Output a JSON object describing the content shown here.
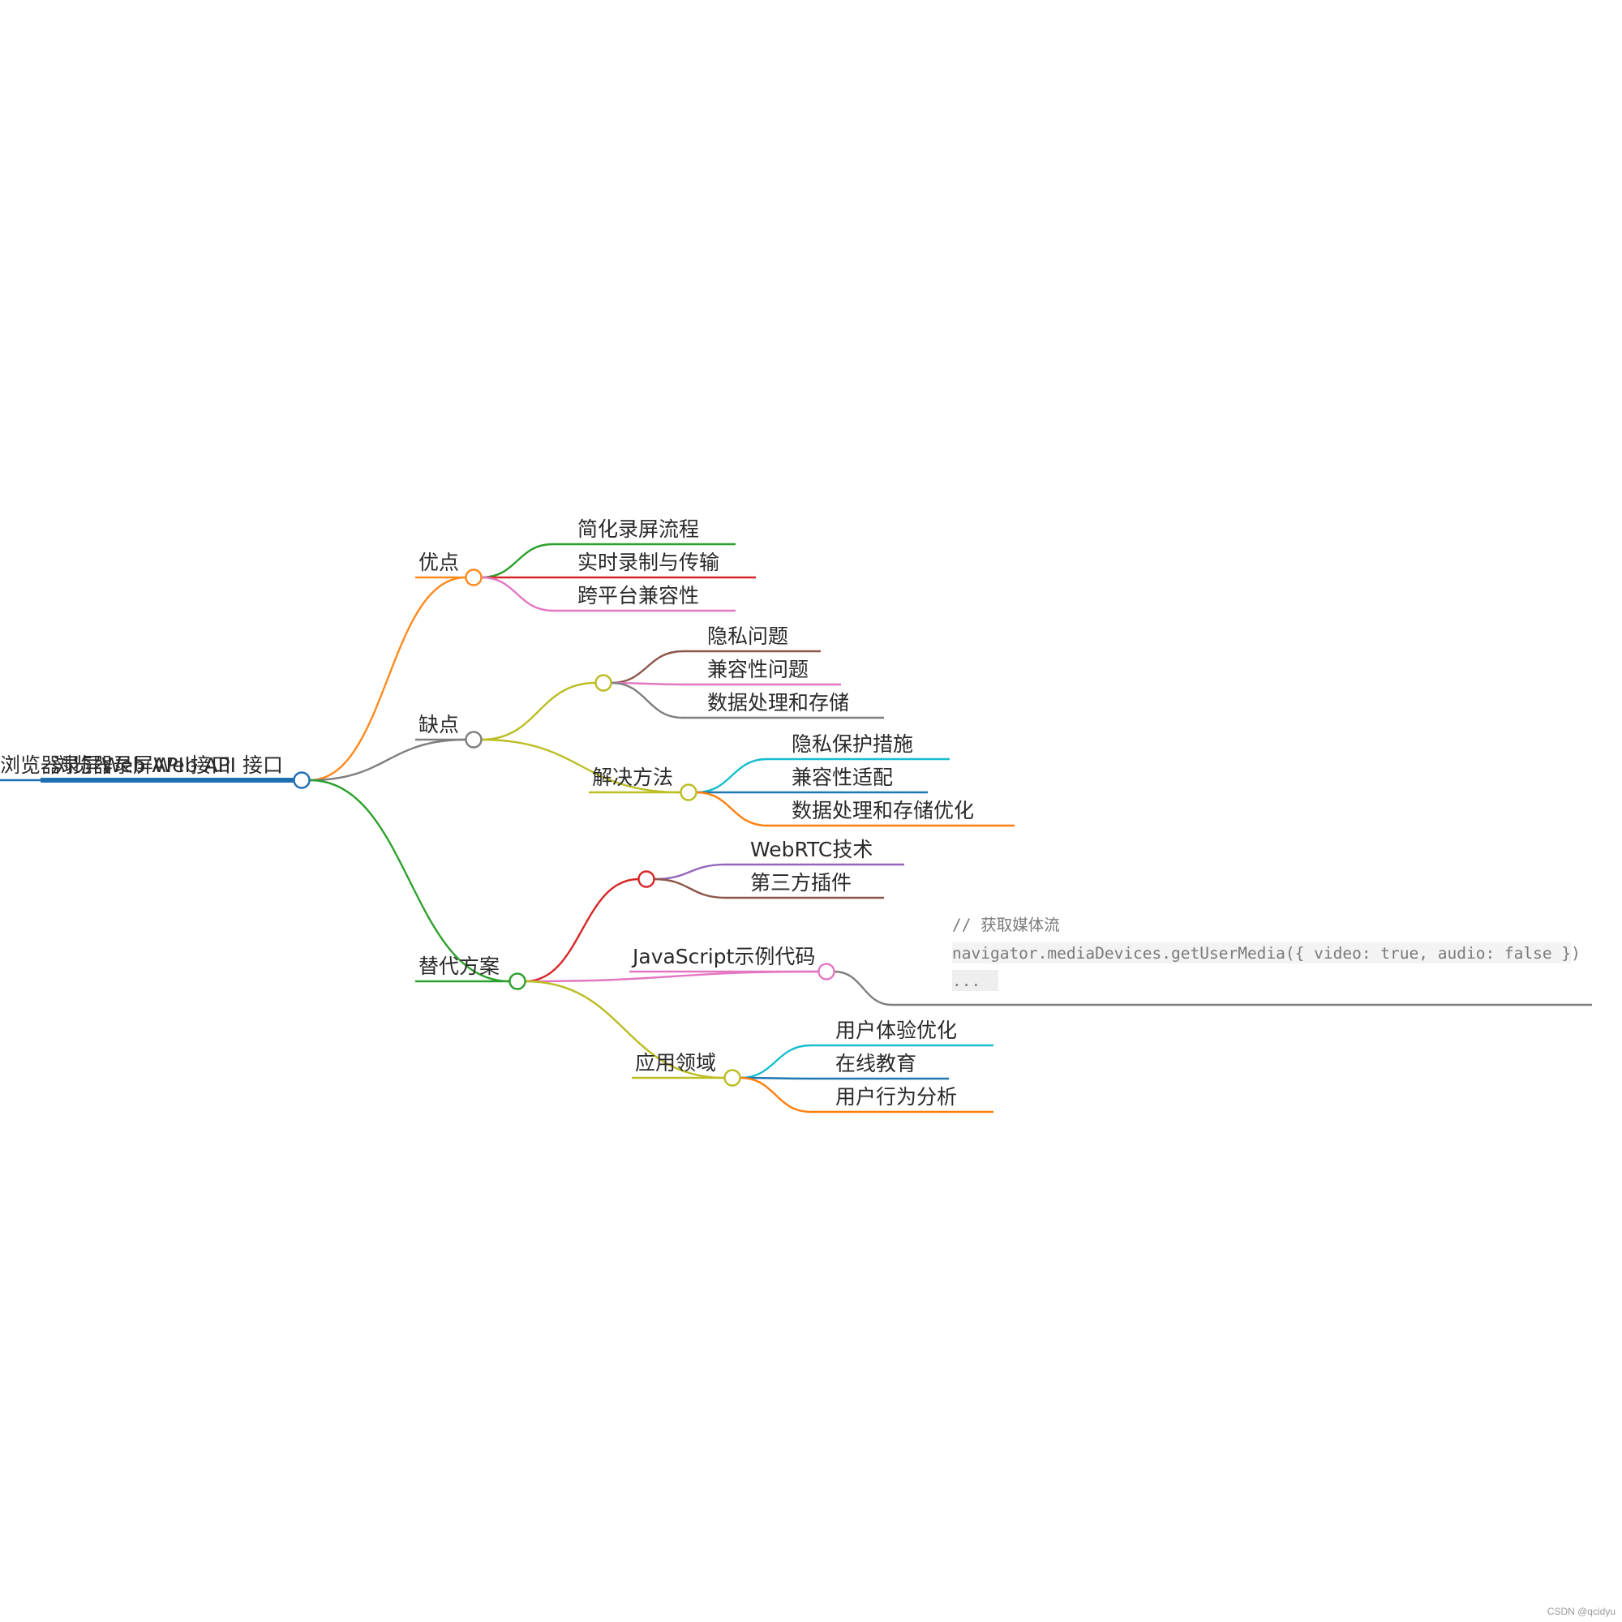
{
  "root": {
    "label": "浏览器录屏Web API 接口",
    "color": "#1f6fb4",
    "children": [
      {
        "label": "优点",
        "color": "#ff8a1c",
        "children": [
          {
            "label": "简化录屏流程",
            "color": "#2ca02c"
          },
          {
            "label": "实时录制与传输",
            "color": "#d62728"
          },
          {
            "label": "跨平台兼容性",
            "color": "#e377c2"
          }
        ]
      },
      {
        "label": "缺点",
        "color": "#7f7f7f",
        "children": [
          {
            "label": "",
            "color": "#bcbd22",
            "children": [
              {
                "label": "隐私问题",
                "color": "#8c564b"
              },
              {
                "label": "兼容性问题",
                "color": "#e377c2"
              },
              {
                "label": "数据处理和存储",
                "color": "#7f7f7f"
              }
            ]
          },
          {
            "label": "解决方法",
            "color": "#bcbd22",
            "children": [
              {
                "label": "隐私保护措施",
                "color": "#17becf"
              },
              {
                "label": "兼容性适配",
                "color": "#1f77b4"
              },
              {
                "label": "数据处理和存储优化",
                "color": "#ff7f0e"
              }
            ]
          }
        ]
      },
      {
        "label": "替代方案",
        "color": "#2ca02c",
        "children": [
          {
            "label": "",
            "color": "#d62728",
            "children": [
              {
                "label": "WebRTC技术",
                "color": "#9467bd"
              },
              {
                "label": "第三方插件",
                "color": "#8c564b"
              }
            ]
          },
          {
            "label": "JavaScript示例代码",
            "color": "#e377c2",
            "children": [
              {
                "color": "#7f7f7f",
                "code": [
                  "// 获取媒体流",
                  "navigator.mediaDevices.getUserMedia({ video: true, audio: false })",
                  "  ..."
                ]
              }
            ]
          },
          {
            "label": "应用领域",
            "color": "#bcbd22",
            "children": [
              {
                "label": "用户体验优化",
                "color": "#17becf"
              },
              {
                "label": "在线教育",
                "color": "#1f77b4"
              },
              {
                "label": "用户行为分析",
                "color": "#ff7f0e"
              }
            ]
          }
        ]
      }
    ]
  },
  "watermark": "CSDN @qcidyu"
}
